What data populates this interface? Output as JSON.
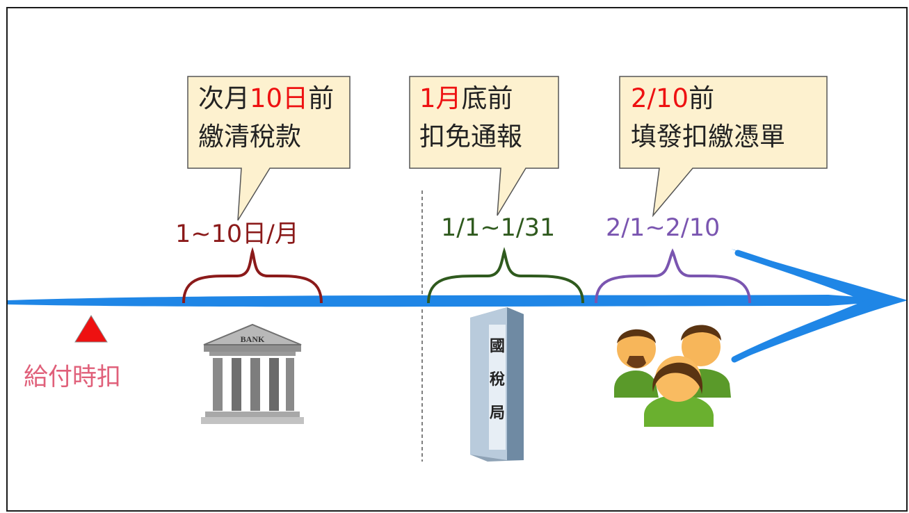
{
  "callouts": [
    {
      "line1_pre": "次月",
      "line1_red": "10日",
      "line1_post": "前",
      "line2": "繳清稅款"
    },
    {
      "line1_pre": "",
      "line1_red": "1月",
      "line1_post": "底前",
      "line2": "扣免通報"
    },
    {
      "line1_pre": "",
      "line1_red": "2/10",
      "line1_post": "前",
      "line2": "填發扣繳憑單"
    }
  ],
  "ranges": [
    "1~10日/月",
    "1/1~1/31",
    "2/1~2/10"
  ],
  "payout_label": "給付時扣",
  "bank_sign": "BANK",
  "tax_office_sign": [
    "國",
    "稅",
    "局"
  ],
  "colors": {
    "arrow": "#1f86e6",
    "callout_fill": "#fdf1cf",
    "brace_bank": "#8b1a1a",
    "brace_tax": "#2f5a1e",
    "brace_people": "#7a55b0",
    "marker": "#ee1111"
  },
  "icons": [
    "bank-icon",
    "tax-office-building-icon",
    "people-group-icon",
    "payout-marker-icon"
  ]
}
